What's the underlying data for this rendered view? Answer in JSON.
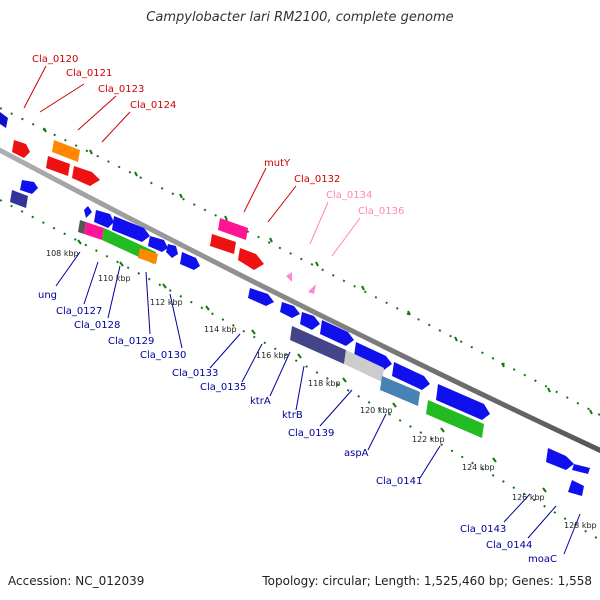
{
  "title": "Campylobacter lari RM2100, complete genome",
  "footer": {
    "accession": "Accession: NC_012039",
    "summary": "Topology: circular; Length: 1,525,460 bp; Genes: 1,558"
  },
  "colors": {
    "upper_labels": "#cc0000",
    "faint_labels": "#ff88aa",
    "lower_labels": "#000099",
    "backbone": "#777777",
    "ticks": "#117711"
  },
  "tick_labels": [
    "108 kbp",
    "110 kbp",
    "112 kbp",
    "114 kbp",
    "116 kbp",
    "118 kbp",
    "120 kbp",
    "122 kbp",
    "124 kbp",
    "126 kbp",
    "128 kbp"
  ],
  "upper_genes": [
    {
      "label": "Cla_0120",
      "color": "#cc0000"
    },
    {
      "label": "Cla_0121",
      "color": "#cc0000"
    },
    {
      "label": "Cla_0123",
      "color": "#cc0000"
    },
    {
      "label": "Cla_0124",
      "color": "#cc0000"
    },
    {
      "label": "mutY",
      "color": "#cc0000"
    },
    {
      "label": "Cla_0132",
      "color": "#cc0000"
    },
    {
      "label": "Cla_0134",
      "color": "#ff88aa"
    },
    {
      "label": "Cla_0136",
      "color": "#ff88aa"
    }
  ],
  "lower_genes": [
    {
      "label": "ung"
    },
    {
      "label": "Cla_0127"
    },
    {
      "label": "Cla_0128"
    },
    {
      "label": "Cla_0129"
    },
    {
      "label": "Cla_0130"
    },
    {
      "label": "Cla_0133"
    },
    {
      "label": "Cla_0135"
    },
    {
      "label": "ktrA"
    },
    {
      "label": "ktrB"
    },
    {
      "label": "Cla_0139"
    },
    {
      "label": "aspA"
    },
    {
      "label": "Cla_0141"
    },
    {
      "label": "Cla_0143"
    },
    {
      "label": "Cla_0144"
    },
    {
      "label": "moaC"
    }
  ]
}
